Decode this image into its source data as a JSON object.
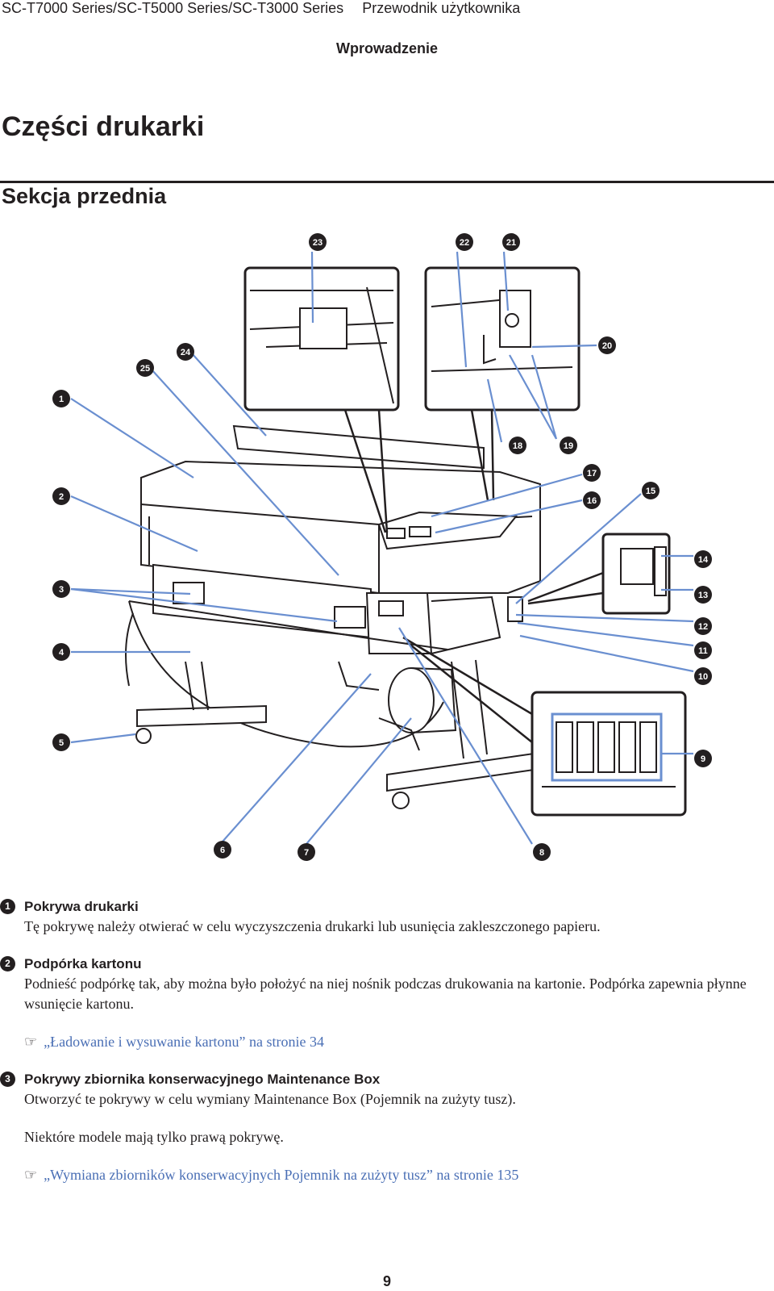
{
  "header": {
    "series": "SC-T7000 Series/SC-T5000 Series/SC-T3000 Series",
    "guide": "Przewodnik użytkownika",
    "chapter": "Wprowadzenie"
  },
  "page_title": "Części drukarki",
  "section_title": "Sekcja przednia",
  "figure": {
    "callouts": [
      "1",
      "2",
      "3",
      "4",
      "5",
      "6",
      "7",
      "8",
      "9",
      "10",
      "11",
      "12",
      "13",
      "14",
      "15",
      "16",
      "17",
      "18",
      "19",
      "20",
      "21",
      "22",
      "23",
      "24",
      "25"
    ]
  },
  "items": [
    {
      "number": "1",
      "title": "Pokrywa drukarki",
      "description": "Tę pokrywę należy otwierać w celu wyczyszczenia drukarki lub usunięcia zakleszczonego papieru."
    },
    {
      "number": "2",
      "title": "Podpórka kartonu",
      "description": "Podnieść podpórkę tak, aby można było położyć na niej nośnik podczas drukowania na kartonie. Podpórka zapewnia płynne wsunięcie kartonu.",
      "link": "„Ładowanie i wysuwanie kartonu” na stronie 34"
    },
    {
      "number": "3",
      "title": "Pokrywy zbiornika konserwacyjnego Maintenance Box",
      "description": "Otworzyć te pokrywy w celu wymiany Maintenance Box (Pojemnik na zużyty tusz).",
      "note": "Niektóre modele mają tylko prawą pokrywę.",
      "link": "„Wymiana zbiorników konserwacyjnych Pojemnik na zużyty tusz” na stronie 135"
    }
  ],
  "link_icon": "pointing-hand-icon",
  "page_number": "9"
}
